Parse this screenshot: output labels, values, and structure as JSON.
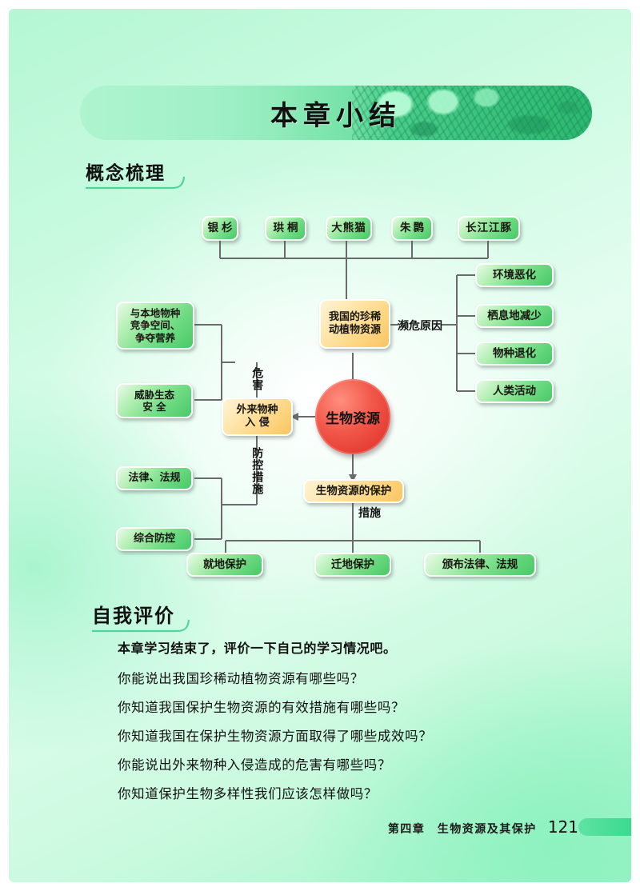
{
  "banner": {
    "title": "本章小结"
  },
  "sections": {
    "concept_map": {
      "heading": "概念梳理"
    },
    "self_eval": {
      "heading": "自我评价"
    }
  },
  "diagram": {
    "center": {
      "label": "生物资源",
      "color": "#e03329"
    },
    "top_row": [
      {
        "label": "银杉"
      },
      {
        "label": "珙桐"
      },
      {
        "label": "大熊猫"
      },
      {
        "label": "朱鹮"
      },
      {
        "label": "长江江豚"
      }
    ],
    "rare_resources": {
      "label": "我国的珍稀动植物资源",
      "line1": "我国的珍稀",
      "line2": "动植物资源",
      "color": "#fbd27a"
    },
    "endangered_label": "濒危原因",
    "endangered_causes": [
      {
        "label": "环境恶化"
      },
      {
        "label": "栖息地减少"
      },
      {
        "label": "物种退化"
      },
      {
        "label": "人类活动"
      }
    ],
    "invasion": {
      "label": "外来物种入侵",
      "line1": "外来物种",
      "line2": "入 侵",
      "color": "#fbd27a"
    },
    "harm_label": "危害",
    "harms": [
      {
        "label": "与本地物种竞争空间、争夺营养",
        "line1": "与本地物种",
        "line2": "竞争空间、",
        "line3": "争夺营养"
      },
      {
        "label": "威胁生态安全",
        "line1": "威胁生态",
        "line2": "安 全"
      }
    ],
    "control_label": "防控措施",
    "controls": [
      {
        "label": "法律、法规"
      },
      {
        "label": "综合防控"
      }
    ],
    "protection": {
      "label": "生物资源的保护",
      "color": "#fbd27a"
    },
    "measures_label": "措施",
    "measures": [
      {
        "label": "就地保护"
      },
      {
        "label": "迁地保护"
      },
      {
        "label": "颁布法律、法规"
      }
    ]
  },
  "self_evaluation": {
    "lead": "本章学习结束了，评价一下自己的学习情况吧。",
    "questions": [
      "你能说出我国珍稀动植物资源有哪些吗？",
      "你知道我国保护生物资源的有效措施有哪些吗？",
      "你知道我国在保护生物资源方面取得了哪些成效吗？",
      "你能说出外来物种入侵造成的危害有哪些吗？",
      "你知道保护生物多样性我们应该怎样做吗？"
    ]
  },
  "footer": {
    "chapter": "第四章　生物资源及其保护",
    "page_number": "121"
  }
}
